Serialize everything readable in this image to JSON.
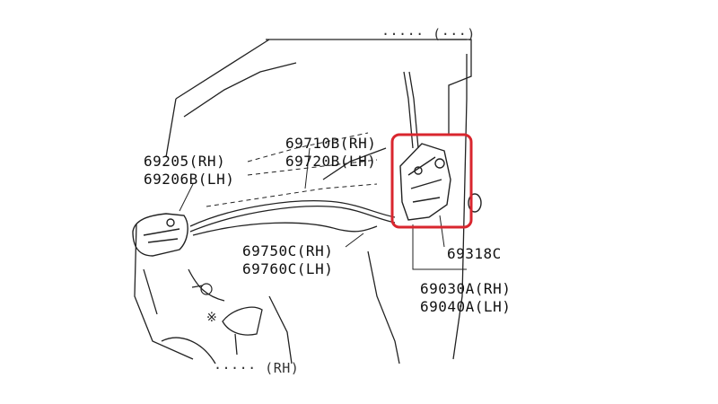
{
  "colors": {
    "line": "#222222",
    "highlight": "#d9262e",
    "background": "#ffffff"
  },
  "labels": {
    "outside_handle_rh": "69205(RH)",
    "outside_handle_lh": "69206B(LH)",
    "cable_rh": "69710B(RH)",
    "cable_lh": "69720B(LH)",
    "inner_cable_rh": "69750C(RH)",
    "inner_cable_lh": "69760C(LH)",
    "lock_rod_part": "69318C",
    "lock_assy_rh": "69030A(RH)",
    "lock_assy_lh": "69040A(LH)",
    "cut_top": "····· (···)",
    "cut_bottom": "····· (RH)"
  },
  "markers": {
    "non_reusable": "※"
  }
}
